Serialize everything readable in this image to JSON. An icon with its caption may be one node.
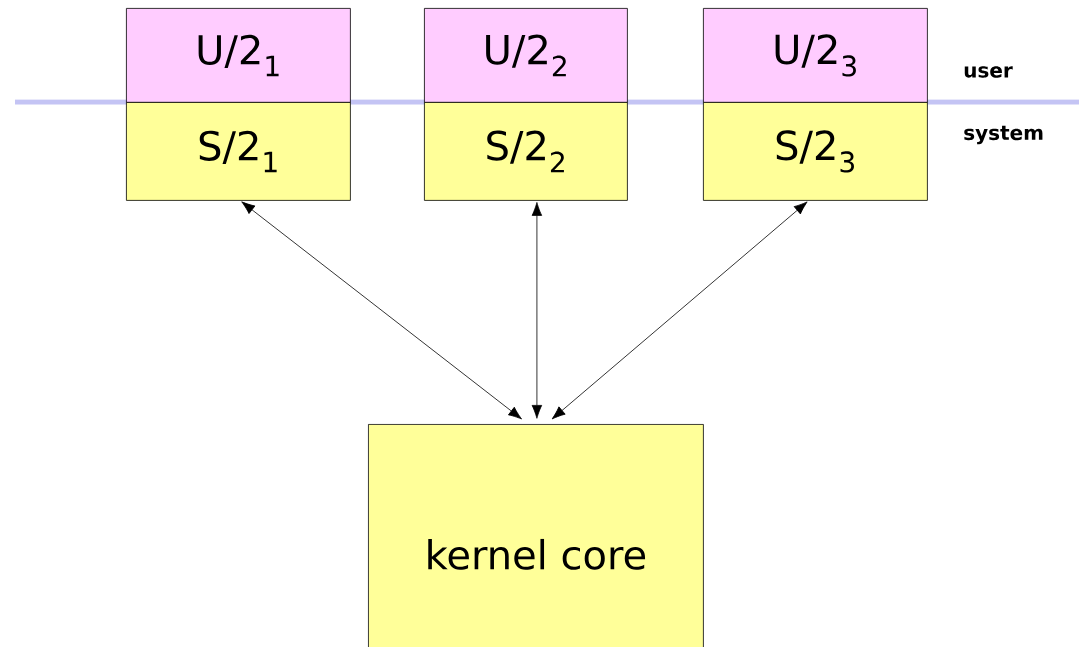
{
  "diagram": {
    "nodes": [
      {
        "text": [
          "U/2$_{1}$"
        ]
      },
      {
        "text": [
          "S/2$_{1}$"
        ]
      },
      {
        "text": [
          "U/2$_{2}$"
        ]
      },
      {
        "text": [
          "S/2$_{2}$"
        ]
      },
      {
        "text": [
          "U/2$_{3}$"
        ]
      },
      {
        "text": [
          "S/2$_{3}$"
        ]
      },
      {
        "text": [
          "kernel core"
        ]
      }
    ],
    "edges": [
      {
        "from": 1,
        "to": 6,
        "arrow": "both"
      },
      {
        "from": 3,
        "to": 6,
        "arrow": "both"
      },
      {
        "from": 5,
        "to": 6,
        "arrow": "both"
      }
    ],
    "labels": [
      "user",
      "system"
    ]
  }
}
